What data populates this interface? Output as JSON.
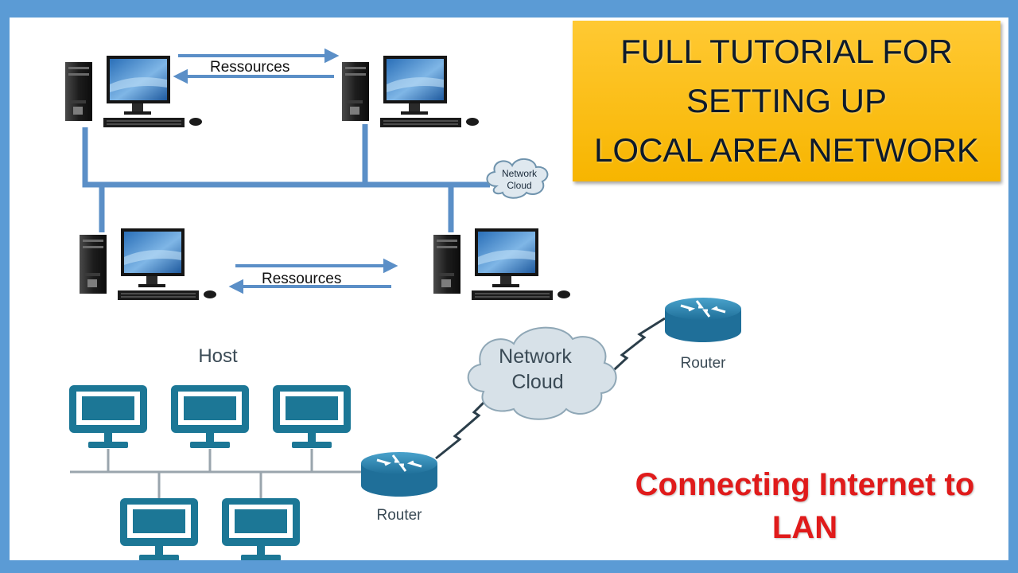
{
  "title": {
    "lines": [
      "FULL TUTORIAL FOR",
      "SETTING UP",
      "LOCAL AREA NETWORK"
    ]
  },
  "top_diagram": {
    "resources_label_top": "Ressources",
    "resources_label_bottom": "Ressources",
    "cloud_label_line1": "Network",
    "cloud_label_line2": "Cloud"
  },
  "bottom_diagram": {
    "host_label": "Host",
    "cloud_label_line1": "Network",
    "cloud_label_line2": "Cloud",
    "router_left_label": "Router",
    "router_right_label": "Router"
  },
  "caption": {
    "line1": "Connecting Internet to",
    "line2": "LAN"
  },
  "colors": {
    "frame": "#5b9bd5",
    "title_bg": "#f7b500",
    "caption_text": "#e01b1b",
    "lan_line": "#4f81bd",
    "host_icon": "#1c7796",
    "cloud_fill": "#d7e1e8",
    "router_fill": "#2b85ad"
  }
}
